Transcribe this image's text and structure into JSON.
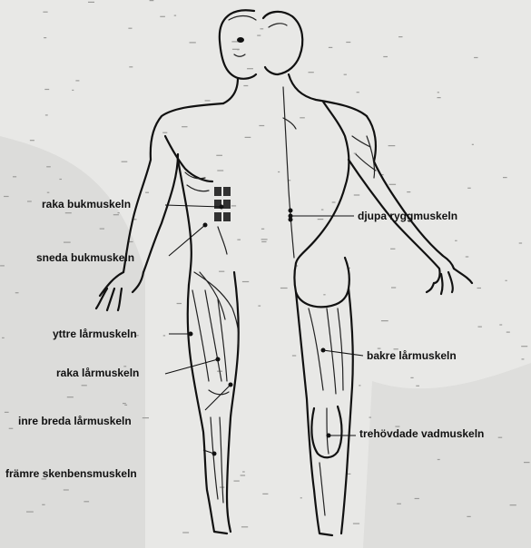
{
  "labels": {
    "rectus_abdominis": "raka bukmuskeln",
    "obliques": "sneda bukmuskeln",
    "vastus_lateralis": "yttre lårmuskeln",
    "rectus_femoris": "raka lårmuskeln",
    "vastus_medialis": "inre breda lårmuskeln",
    "tibialis_anterior": "främre skenbensmuskeln",
    "erector_spinae": "djupa ryggmuskeln",
    "hamstrings": "bakre lårmuskeln",
    "triceps_surae": "trehövdade vadmuskeln"
  },
  "colors": {
    "paper": "#e8e8e6",
    "ink": "#111111",
    "shade": "#d4d4d2"
  }
}
